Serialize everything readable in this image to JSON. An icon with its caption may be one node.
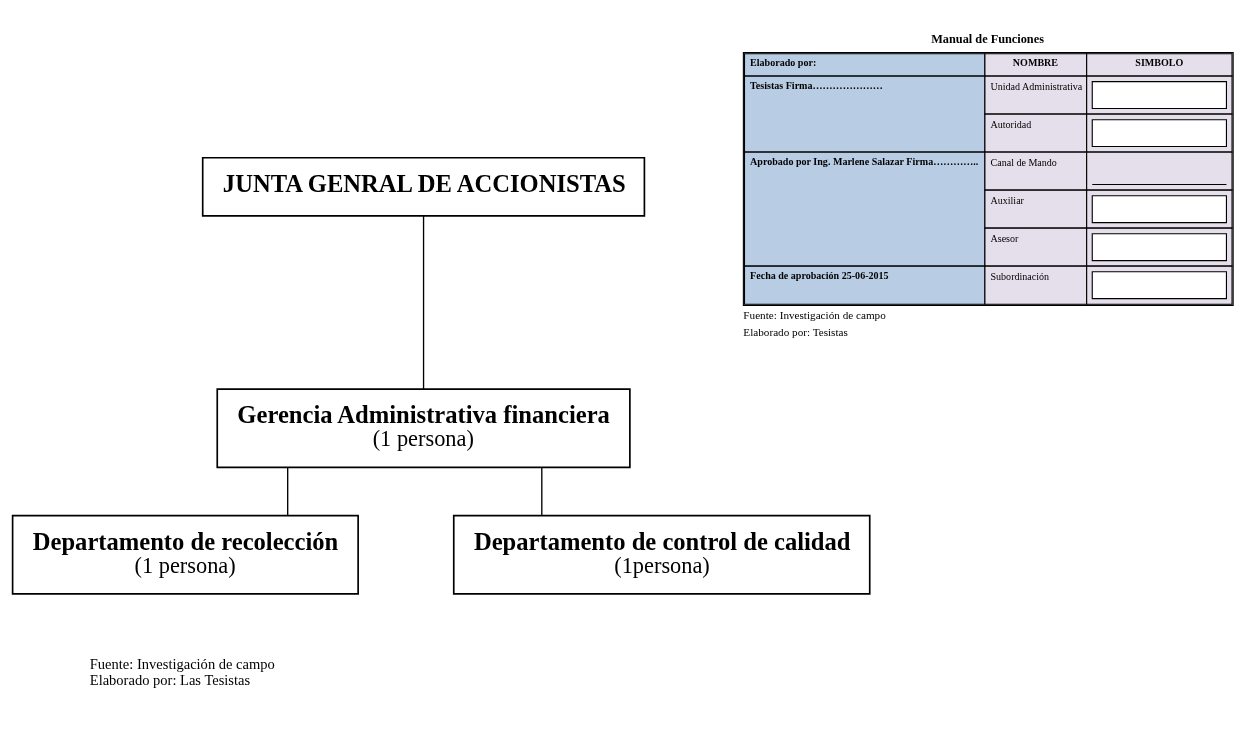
{
  "diagram": {
    "nodes": [
      {
        "text": [
          "JUNTA GENRAL DE ACCIONISTAS"
        ]
      },
      {
        "text": [
          "Gerencia Administrativa financiera",
          "(1 persona)"
        ]
      },
      {
        "text": [
          "Departamento de recolección",
          "(1 persona)"
        ]
      },
      {
        "text": [
          "Departamento de control de calidad",
          "(1persona)"
        ]
      }
    ],
    "edges": [
      {
        "from": 0,
        "to": 1,
        "arrow": "none"
      },
      {
        "from": 1,
        "to": 2,
        "arrow": "none"
      },
      {
        "from": 1,
        "to": 3,
        "arrow": "none"
      }
    ],
    "labels": [
      "Manual de Funciones",
      "Elaborado por:",
      "NOMBRE",
      "SIMBOLO",
      "Tesistas Firma…………………",
      "Unidad Administrativa",
      "Autoridad",
      "Aprobado por Ing. Marlene Salazar Firma…………..",
      "Canal de Mando",
      "Auxiliar",
      "Asesor",
      "Fecha de aprobación 25-06-2015",
      "Subordinación",
      "Fuente: Investigación de campo",
      "Elaborado por: Tesistas",
      "Fuente: Investigación de campo",
      "Elaborado por: Las Tesistas"
    ]
  }
}
